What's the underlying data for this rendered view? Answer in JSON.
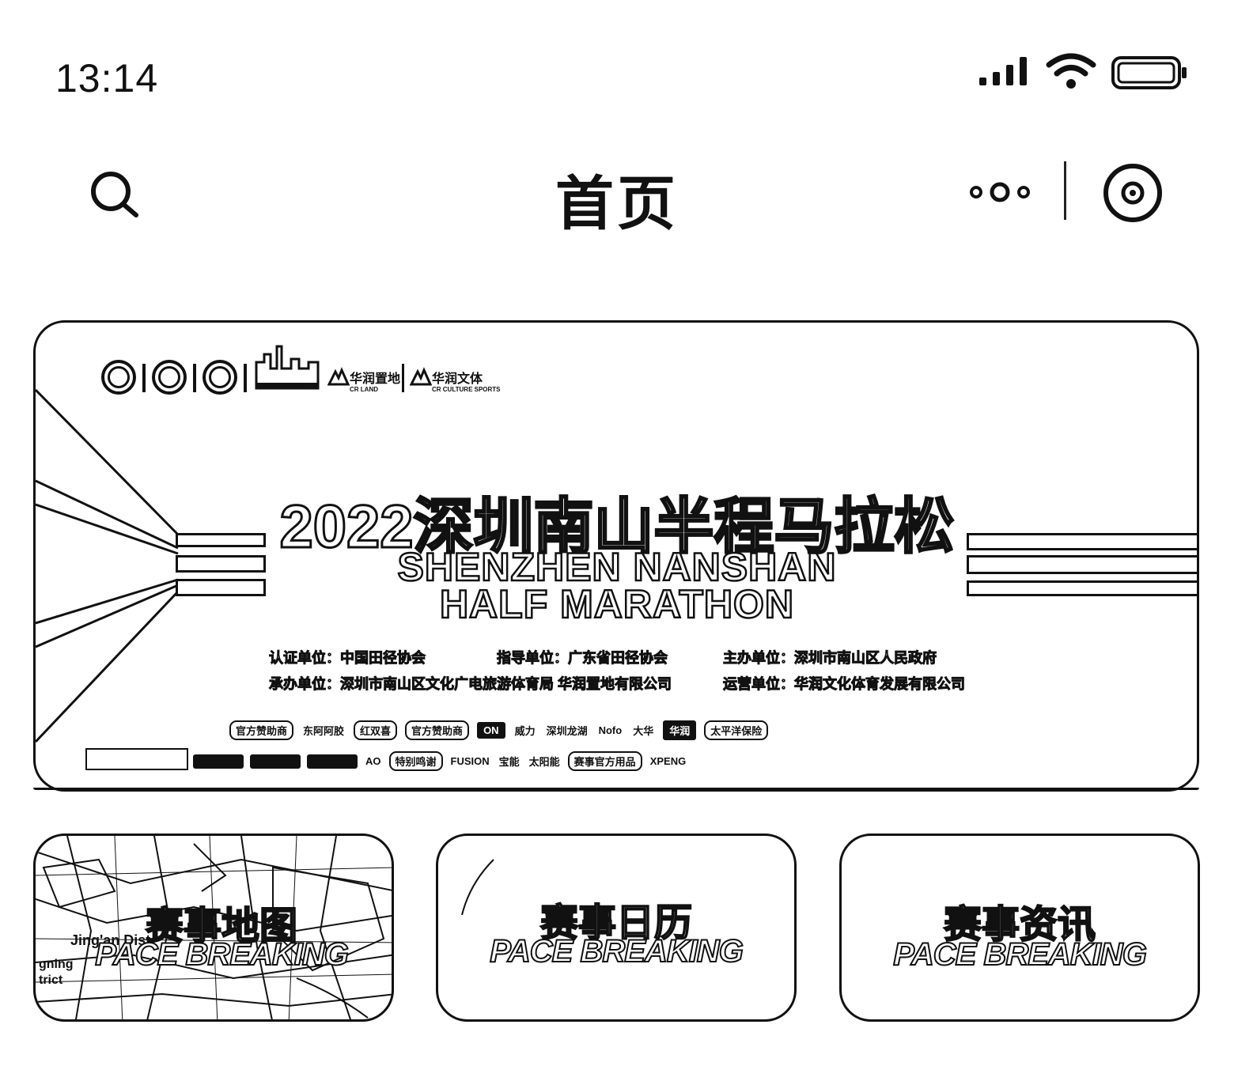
{
  "status_bar": {
    "time": "13:14"
  },
  "nav": {
    "title": "首页"
  },
  "banner": {
    "logos": [
      "NANSHAN RUNNER",
      "华润置地",
      "CR LAND",
      "华润文体",
      "CR CULTURE SPORTS"
    ],
    "title_cn": "2022深圳南山半程马拉松",
    "title_en_line1": "SHENZHEN NANSHAN",
    "title_en_line2": "HALF MARATHON",
    "orgs": {
      "certify": "认证单位：中国田径协会",
      "guide": "指导单位：广东省田径协会",
      "host": "主办单位：深圳市南山区人民政府",
      "organizer": "承办单位：深圳市南山区文化广电旅游体育局 华润置地有限公司",
      "operator": "运营单位：华润文化体育发展有限公司"
    },
    "sponsors_row1": [
      "官方赞助商",
      "东阿阿胶",
      "红双喜",
      "官方赞助商",
      "ON",
      "威力",
      "深圳龙湖",
      "Nofo",
      "大华",
      "华润",
      "太平洋保险"
    ],
    "sponsors_row2": [
      "AO",
      "特别鸣谢",
      "FUSION",
      "宝能",
      "太阳能",
      "XPENG",
      "赛事官方用品"
    ]
  },
  "cards": [
    {
      "title": "赛事地图",
      "subtitle": "PACE BREAKING",
      "map_label_1": "Jing'an Dist",
      "map_label_2": "gning",
      "map_label_3": "trict"
    },
    {
      "title": "赛事日历",
      "subtitle": "PACE BREAKING"
    },
    {
      "title": "赛事资讯",
      "subtitle": "PACE BREAKING"
    }
  ],
  "colors": {
    "ink": "#111111",
    "background": "#ffffff"
  },
  "icons": [
    "signal-icon",
    "wifi-icon",
    "battery-icon",
    "search-icon",
    "more-icon",
    "close-capsule-icon"
  ]
}
